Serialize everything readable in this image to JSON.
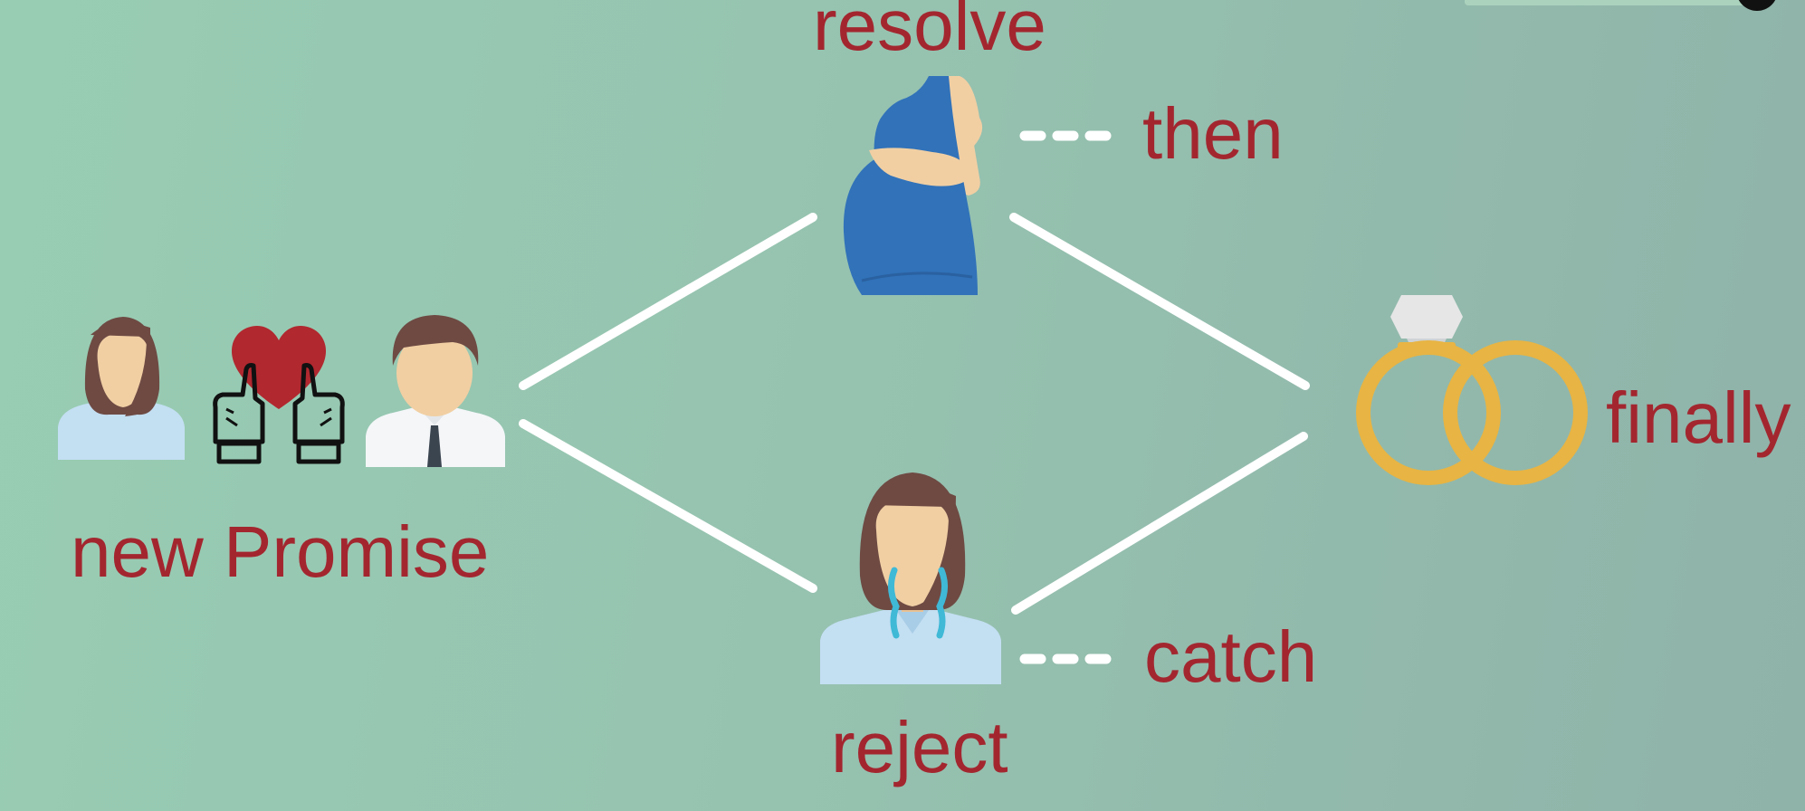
{
  "labels": {
    "new_promise": "new Promise",
    "resolve": "resolve",
    "reject": "reject",
    "then": "then",
    "catch": "catch",
    "finally": "finally"
  },
  "icons": {
    "woman": "woman-avatar-icon",
    "love_hands": "heart-hands-icon",
    "man": "man-avatar-icon",
    "pregnant": "pregnant-woman-icon",
    "crying": "crying-woman-icon",
    "rings": "wedding-rings-icon"
  },
  "colors": {
    "label": "#a3262f",
    "arrow": "#ffffff",
    "dress": "#3172b9",
    "skin": "#f1cfa3",
    "hair": "#6e4a43",
    "shirt": "#c3dff2",
    "heart": "#b1282f",
    "ring": "#e8b443",
    "tears": "#3fb9d6"
  }
}
